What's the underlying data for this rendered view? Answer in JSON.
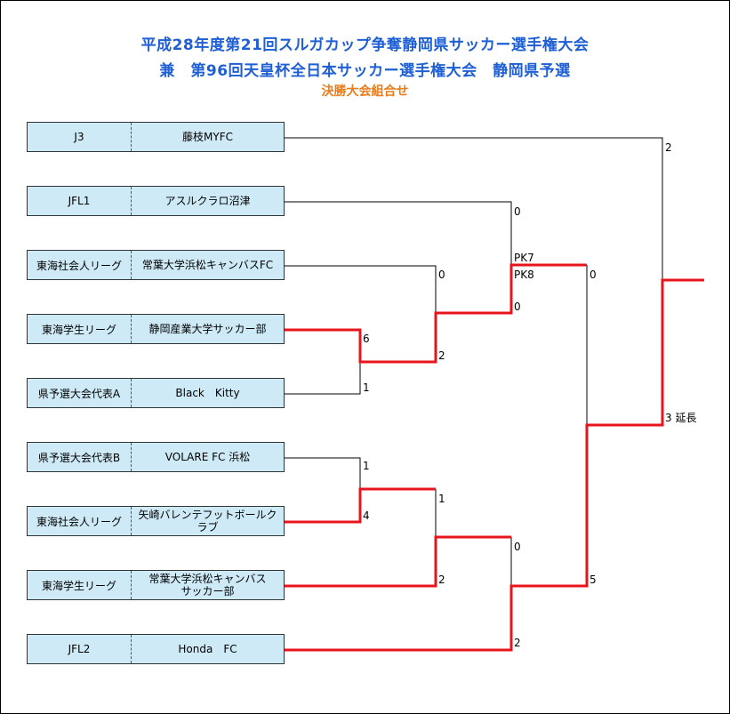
{
  "header": {
    "title_line1": "平成28年度第21回スルガカップ争奪静岡県サッカー選手権大会",
    "title_line2": "兼　第96回天皇杯全日本サッカー選手権大会　静岡県予選",
    "subtitle": "決勝大会組合せ"
  },
  "teams": [
    {
      "category": "J3",
      "name": "藤枝MYFC"
    },
    {
      "category": "JFL1",
      "name": "アスルクラロ沼津"
    },
    {
      "category": "東海社会人リーグ",
      "name": "常葉大学浜松キャンバスFC"
    },
    {
      "category": "東海学生リーグ",
      "name": "静岡産業大学サッカー部"
    },
    {
      "category": "県予選大会代表A",
      "name": "Black　Kitty"
    },
    {
      "category": "県予選大会代表B",
      "name": "VOLARE FC 浜松"
    },
    {
      "category": "東海社会人リーグ",
      "name": "矢崎バレンテフットボールクラブ"
    },
    {
      "category": "東海学生リーグ",
      "name": "常葉大学浜松キャンバス\nサッカー部"
    },
    {
      "category": "JFL2",
      "name": "Honda　FC"
    }
  ],
  "scores": {
    "r1_top": "6",
    "r1_bottom": "1",
    "r1b_top": "1",
    "r1b_bottom": "4",
    "qf1_top": "0",
    "qf1_bottom": "2",
    "qf2_top": "1",
    "qf2_bottom": "2",
    "sf1_top": "0",
    "sf1_bottom": "0",
    "sf1_pk_top": "PK7",
    "sf1_pk_bottom": "PK8",
    "sf2_top": "0",
    "sf2_bottom": "2",
    "semi_top": "0",
    "semi_bottom": "5",
    "final_top": "2",
    "final_bottom": "3 延長"
  },
  "colors": {
    "title": "#1e5fd6",
    "subtitle": "#e87b1a",
    "team_box": "#cfeaf7",
    "winner_line": "#e8141c",
    "loser_line": "#000000"
  }
}
